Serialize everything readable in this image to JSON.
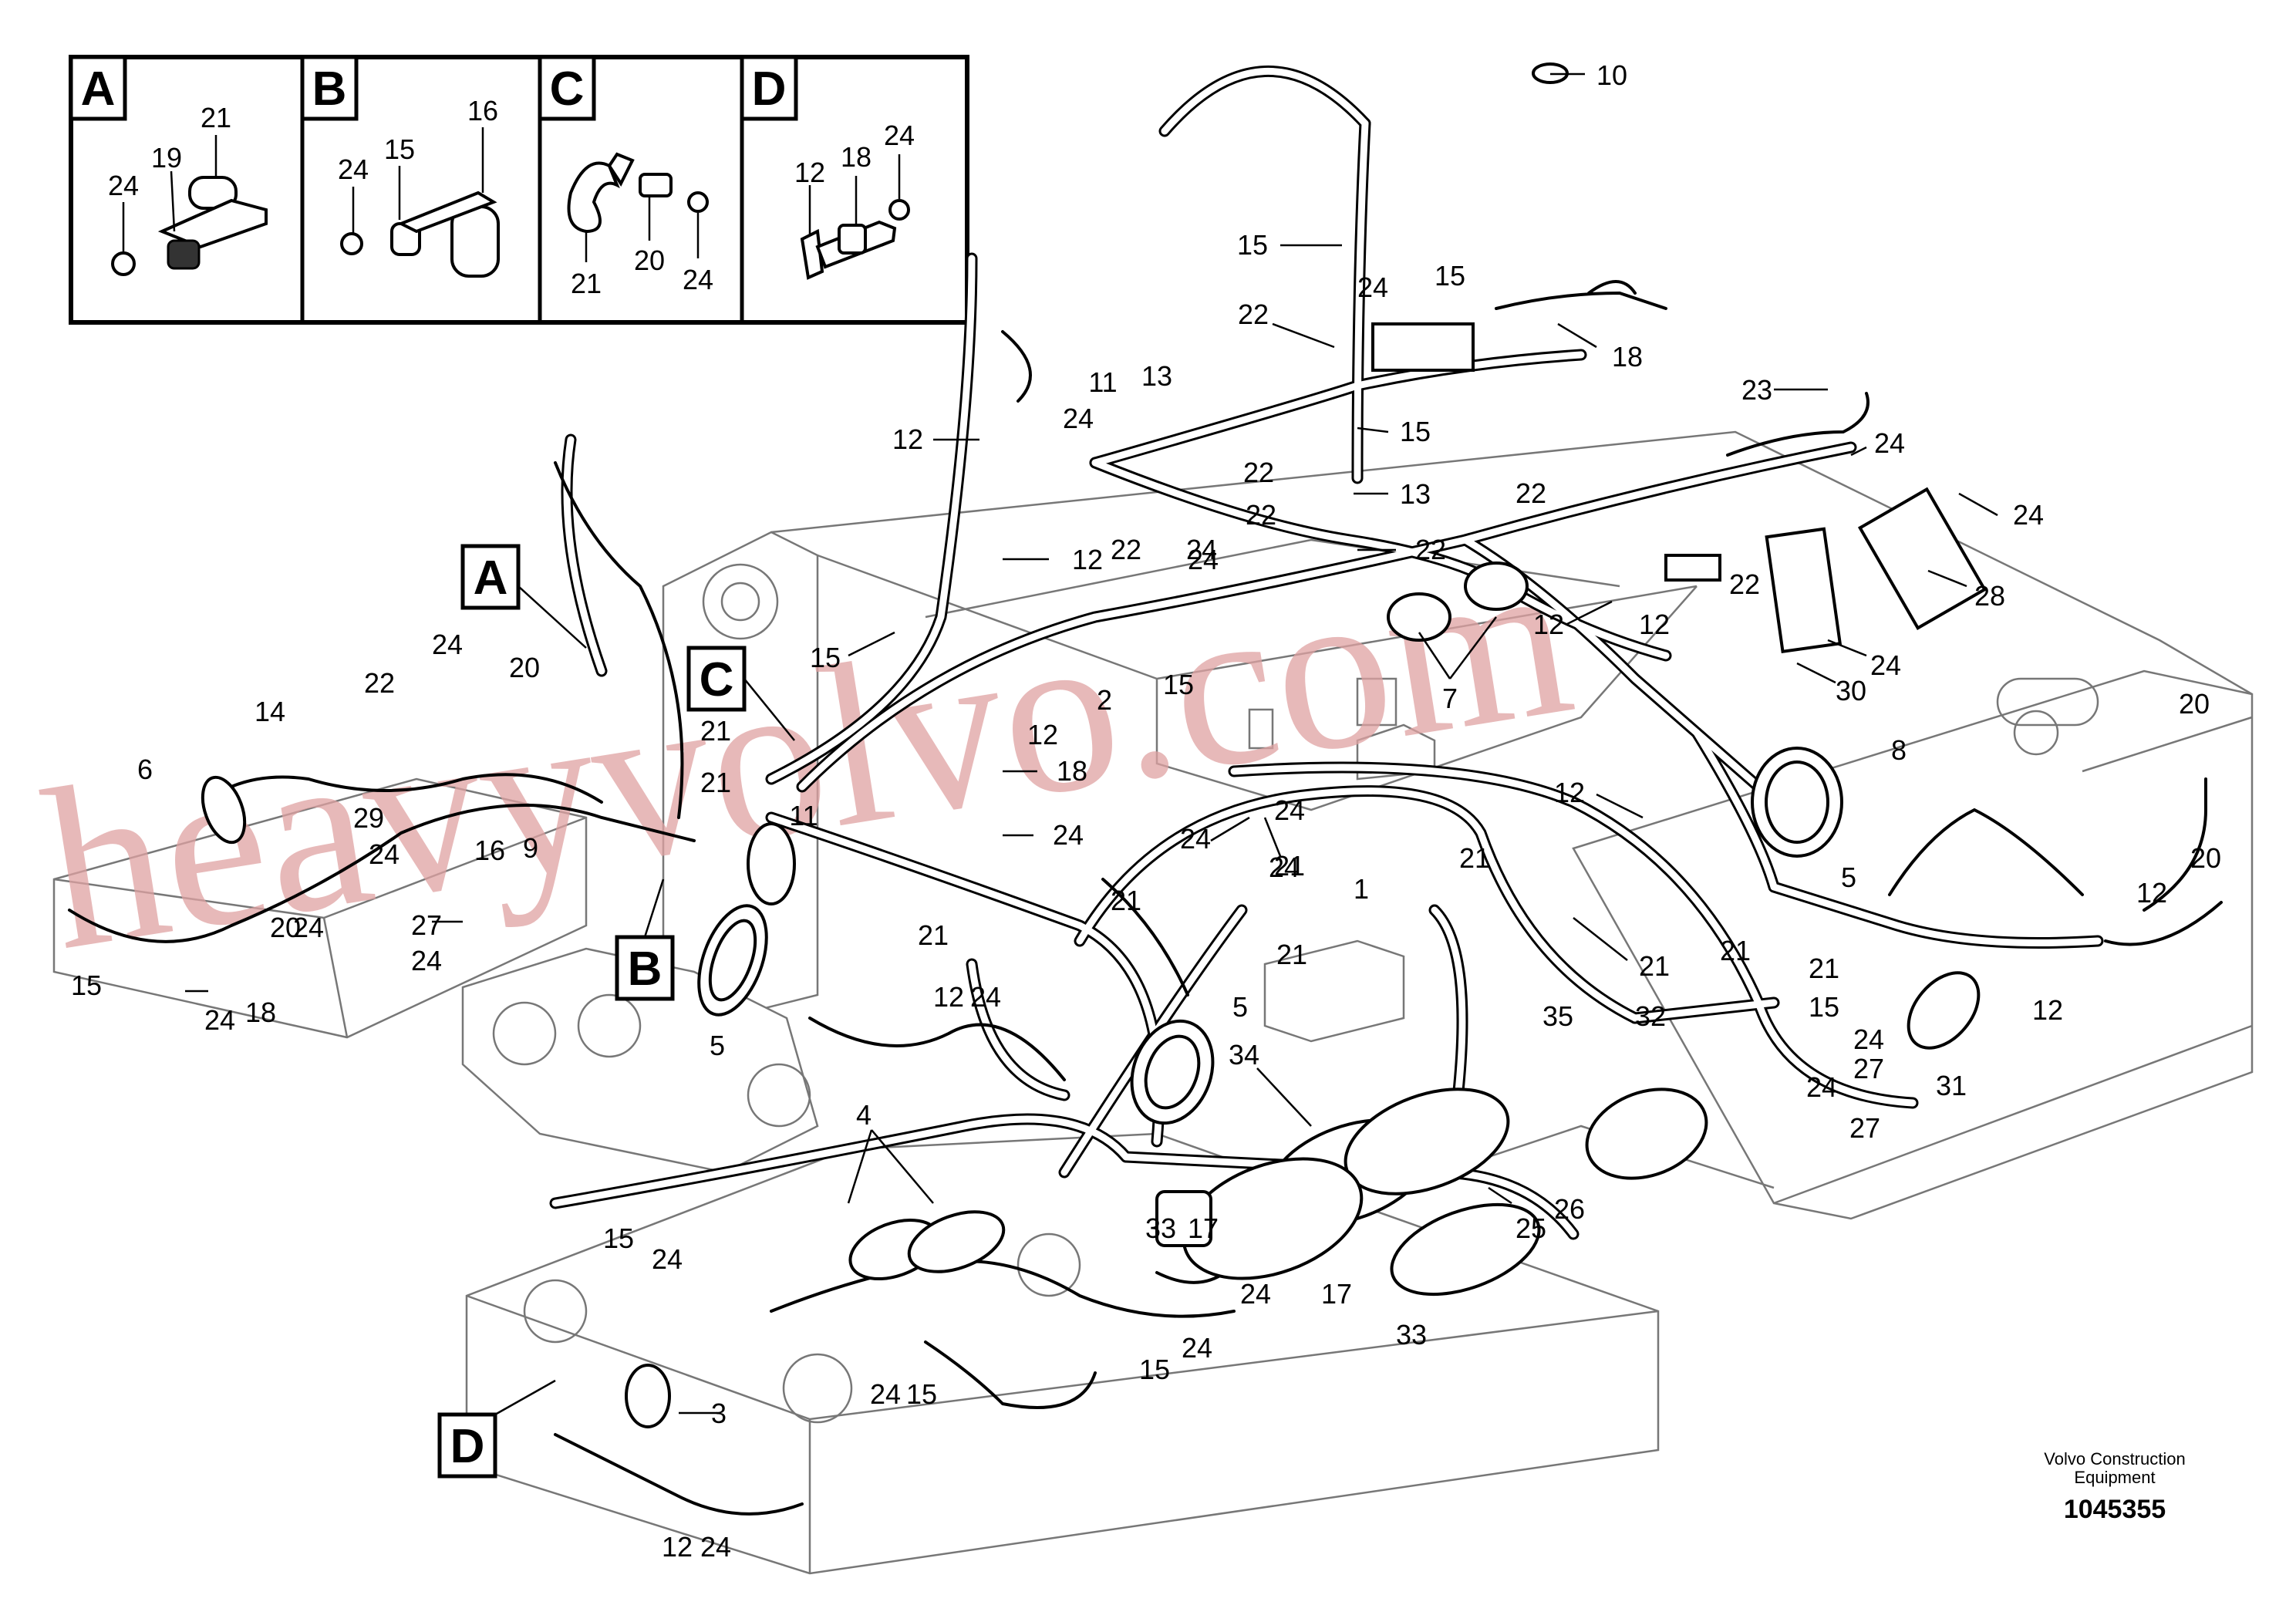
{
  "details": [
    {
      "letter": "A",
      "callouts": [
        "21",
        "19",
        "24"
      ]
    },
    {
      "letter": "B",
      "callouts": [
        "16",
        "15",
        "24"
      ]
    },
    {
      "letter": "C",
      "callouts": [
        "21",
        "20",
        "24"
      ]
    },
    {
      "letter": "D",
      "callouts": [
        "24",
        "18",
        "12"
      ]
    }
  ],
  "view_markers": [
    "A",
    "B",
    "C",
    "D"
  ],
  "callouts": [
    "10",
    "15",
    "24",
    "15",
    "22",
    "18",
    "11",
    "13",
    "23",
    "24",
    "12",
    "22",
    "15",
    "24",
    "22",
    "24",
    "13",
    "22",
    "22",
    "24",
    "12",
    "22",
    "28",
    "24",
    "12",
    "22",
    "24",
    "12",
    "30",
    "15",
    "2",
    "15",
    "7",
    "20",
    "24",
    "20",
    "22",
    "14",
    "21",
    "12",
    "21",
    "18",
    "8",
    "6",
    "29",
    "24",
    "11",
    "24",
    "9",
    "16",
    "24",
    "21",
    "12",
    "21",
    "24",
    "27",
    "20",
    "21",
    "21",
    "15",
    "24",
    "18",
    "24",
    "24",
    "20",
    "12",
    "5",
    "12",
    "5",
    "1",
    "21",
    "21",
    "24",
    "12",
    "24",
    "4",
    "21",
    "21",
    "15",
    "24",
    "27",
    "31",
    "5",
    "34",
    "35",
    "32",
    "27",
    "25",
    "26",
    "24",
    "33",
    "17",
    "17",
    "24",
    "15",
    "24",
    "15",
    "24",
    "15",
    "24",
    "33",
    "3",
    "12",
    "24"
  ],
  "watermark": "heavyvolvo.com",
  "corp": {
    "line1": "Volvo Construction",
    "line2": "Equipment",
    "part_number": "1045355"
  }
}
